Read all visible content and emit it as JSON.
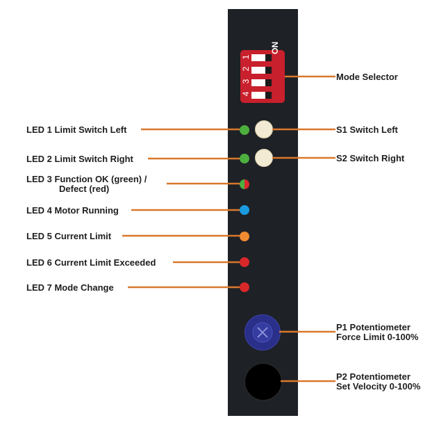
{
  "dip_switch": {
    "on_label": "ON",
    "numbers": [
      "1",
      "2",
      "3",
      "4"
    ]
  },
  "labels": {
    "mode_selector": "Mode Selector",
    "s1": "S1 Switch Left",
    "s2": "S2 Switch Right",
    "led1": "LED 1 Limit Switch Left",
    "led2": "LED 2 Limit Switch Right",
    "led3_line1": "LED 3 Function OK (green) /",
    "led3_line2": "Defect (red)",
    "led4": "LED 4 Motor Running",
    "led5": "LED 5 Current Limit",
    "led6": "LED 6 Current Limit Exceeded",
    "led7": "LED 7 Mode Change",
    "p1_line1": "P1 Potentiometer",
    "p1_line2": "Force Limit 0-100%",
    "p2_line1": "P2 Potentiometer",
    "p2_line2": "Set Velocity 0-100%"
  },
  "colors": {
    "panel": "#1e2126",
    "leader": "#d9782b",
    "led_green": "#4caf3e",
    "led_blue": "#1a9be0",
    "led_orange": "#ef8a30",
    "led_red": "#d8282a",
    "button": "#f2ead2",
    "p1_knob": "#2a2f8a",
    "p2_knob": "#000000"
  }
}
